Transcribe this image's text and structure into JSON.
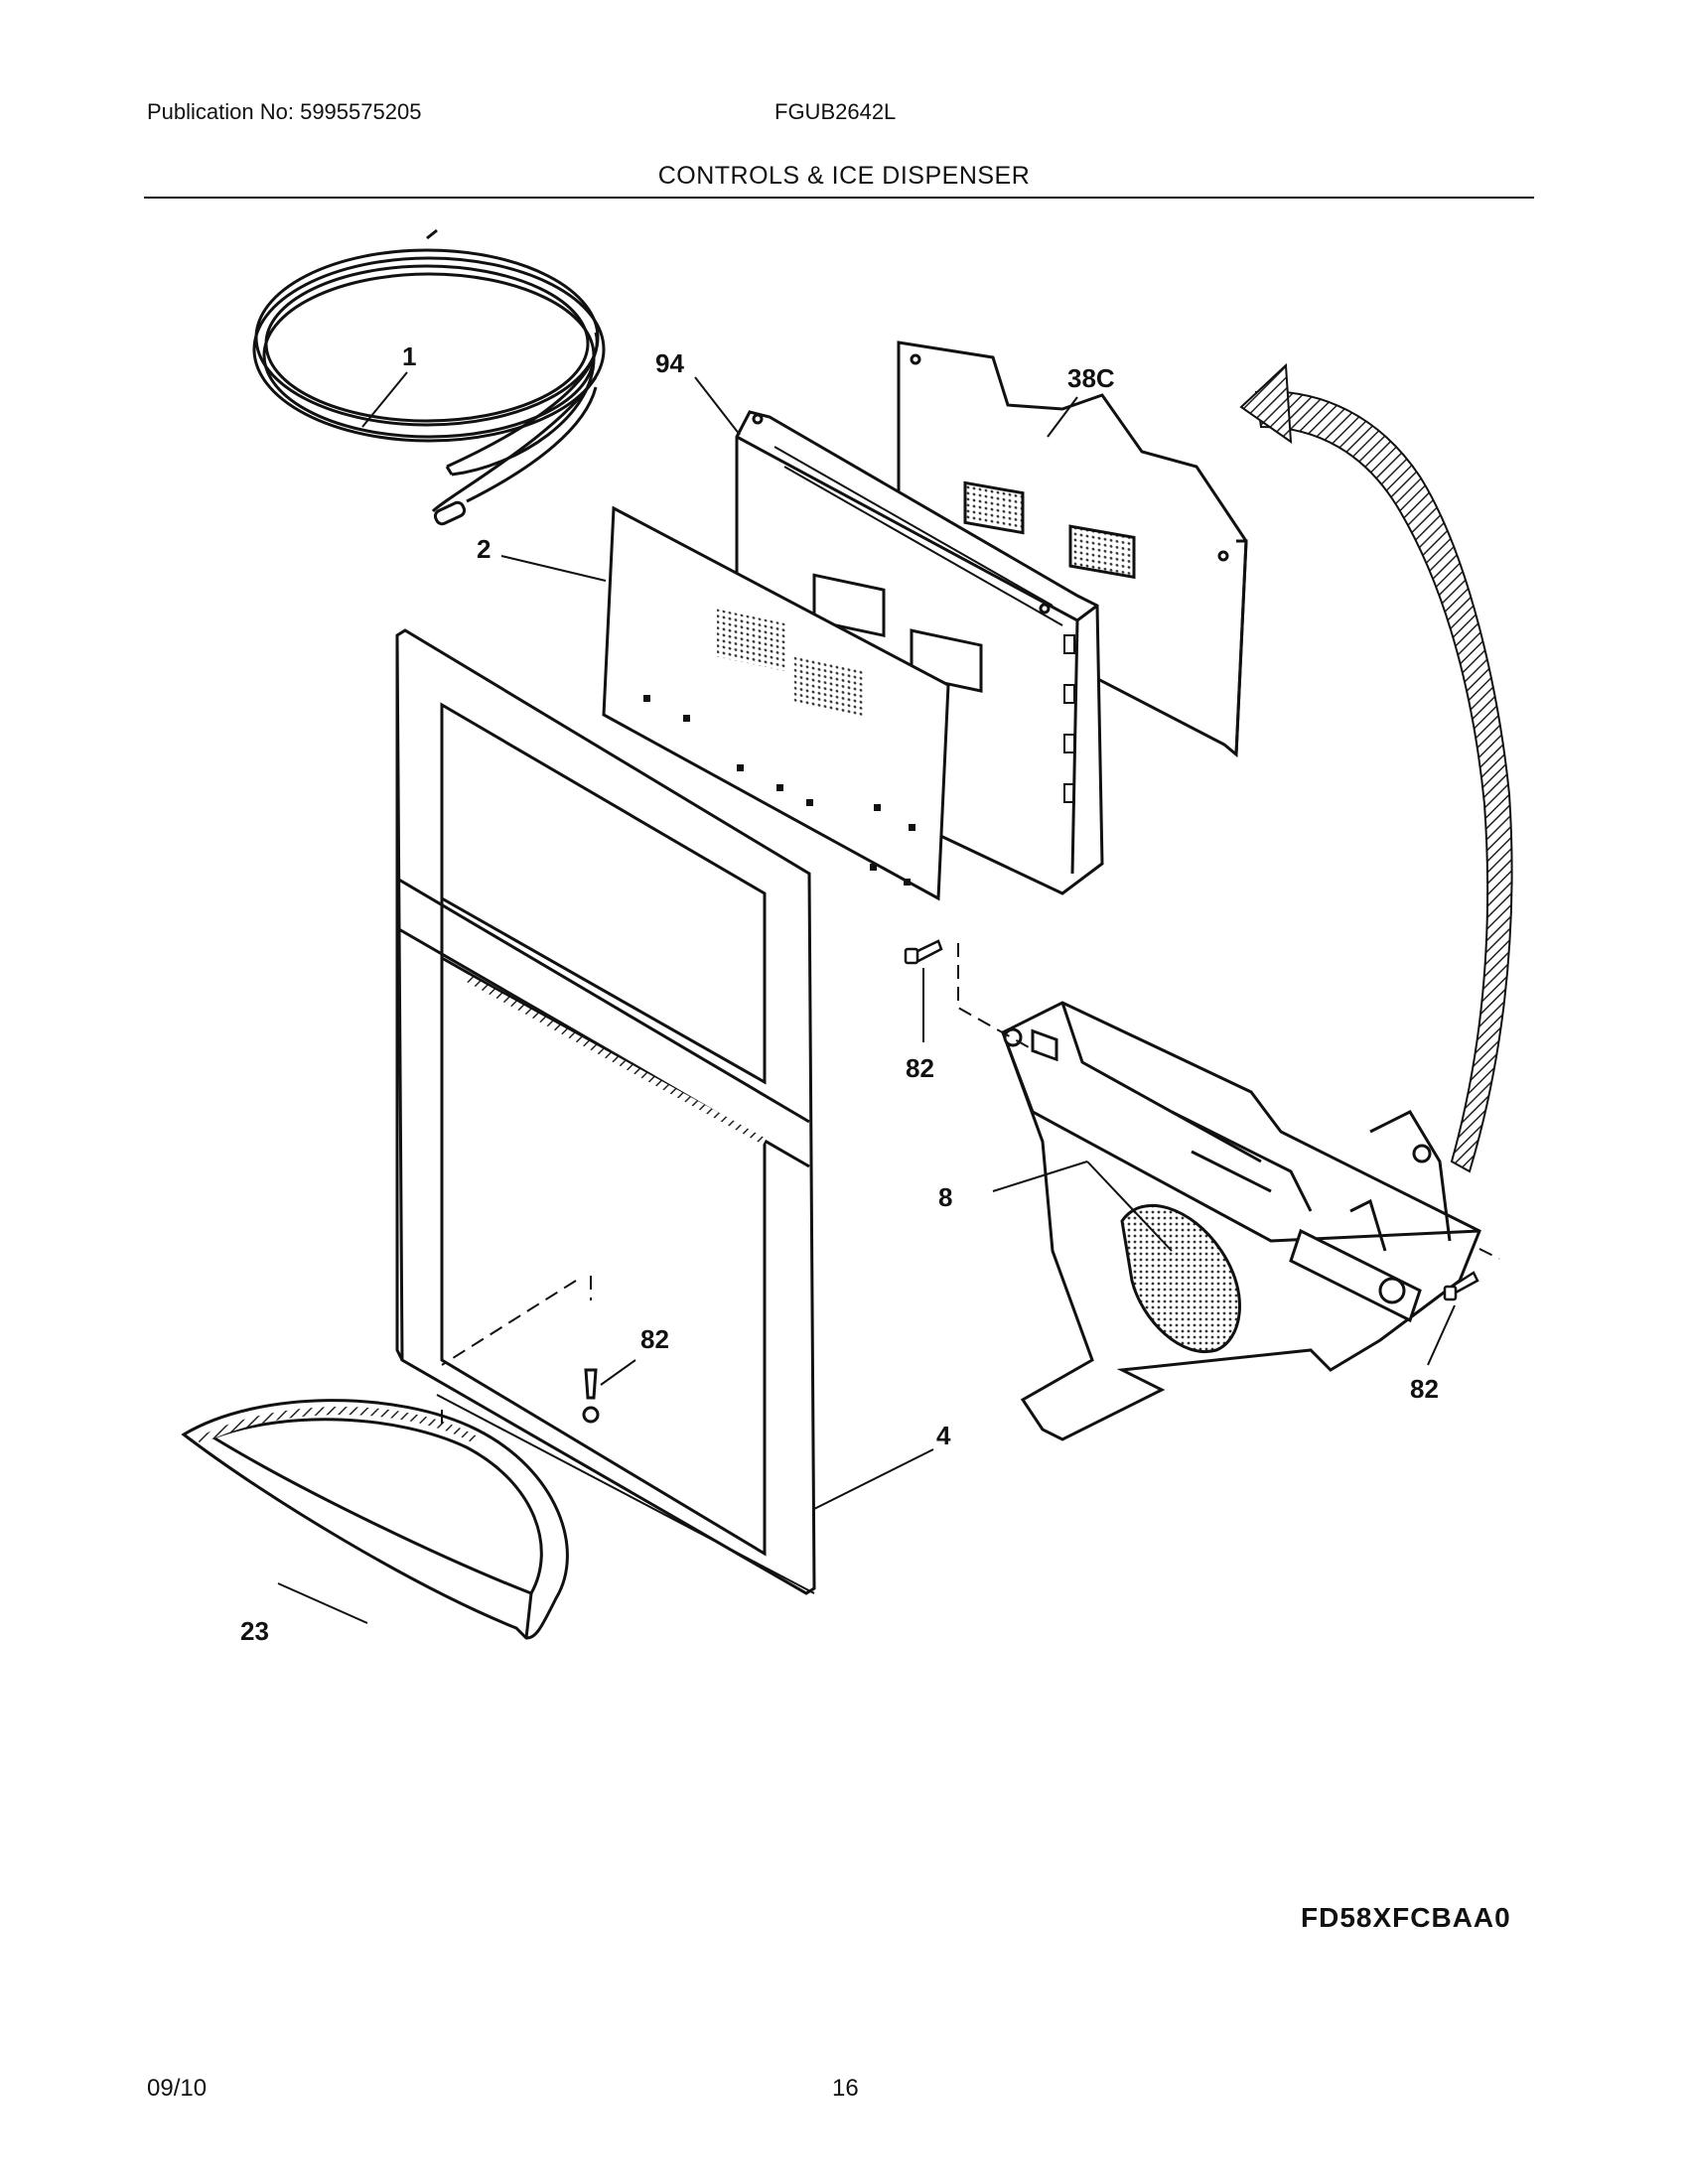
{
  "header": {
    "publication": "Publication No: 5995575205",
    "model": "FGUB2642L",
    "title": "CONTROLS & ICE DISPENSER"
  },
  "callouts": {
    "tubing": "1",
    "control_board": "94",
    "overlay": "2",
    "circuit_board": "38C",
    "dispenser_frame": "4",
    "drip_tray": "23",
    "screw_top": "82",
    "screw_frame": "82",
    "screw_right": "82",
    "ice_dispenser": "8"
  },
  "footer": {
    "diagram_code": "FD58XFCBAA0",
    "date": "09/10",
    "page_number": "16"
  }
}
